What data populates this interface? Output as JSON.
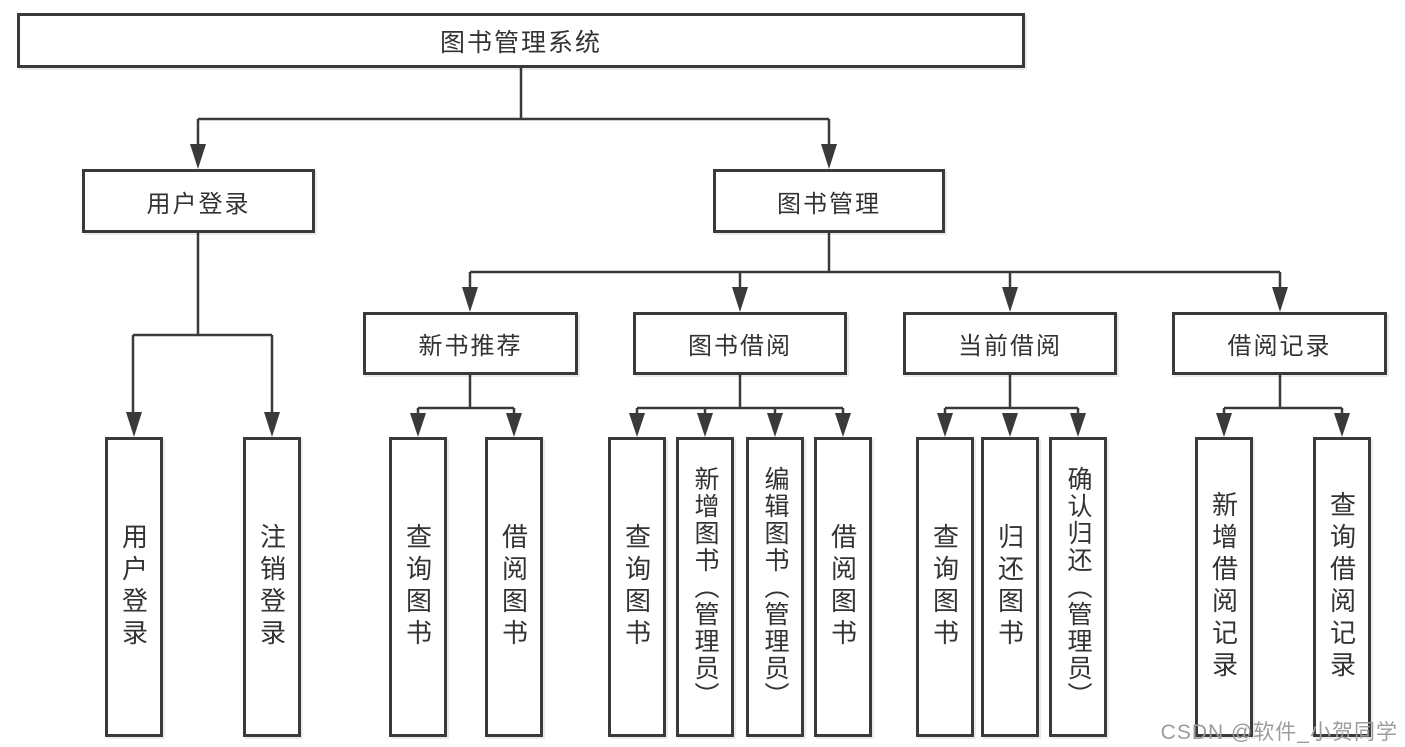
{
  "root": {
    "label": "图书管理系统",
    "children": [
      {
        "label": "用户登录",
        "children": [
          {
            "label": "用户登录"
          },
          {
            "label": "注销登录"
          }
        ]
      },
      {
        "label": "图书管理",
        "children": [
          {
            "label": "新书推荐",
            "children": [
              {
                "label": "查询图书"
              },
              {
                "label": "借阅图书"
              }
            ]
          },
          {
            "label": "图书借阅",
            "children": [
              {
                "label": "查询图书"
              },
              {
                "label": "新增图书（管理员）"
              },
              {
                "label": "编辑图书（管理员）"
              },
              {
                "label": "借阅图书"
              }
            ]
          },
          {
            "label": "当前借阅",
            "children": [
              {
                "label": "查询图书"
              },
              {
                "label": "归还图书"
              },
              {
                "label": "确认归还（管理员）"
              }
            ]
          },
          {
            "label": "借阅记录",
            "children": [
              {
                "label": "新增借阅记录"
              },
              {
                "label": "查询借阅记录"
              }
            ]
          }
        ]
      }
    ]
  },
  "watermark": {
    "text": "CSDN @软件_小贺同学"
  },
  "colors": {
    "line": "#3a3a3a",
    "text": "#333333",
    "watermark": "#9c9c9c",
    "background": "#ffffff"
  }
}
